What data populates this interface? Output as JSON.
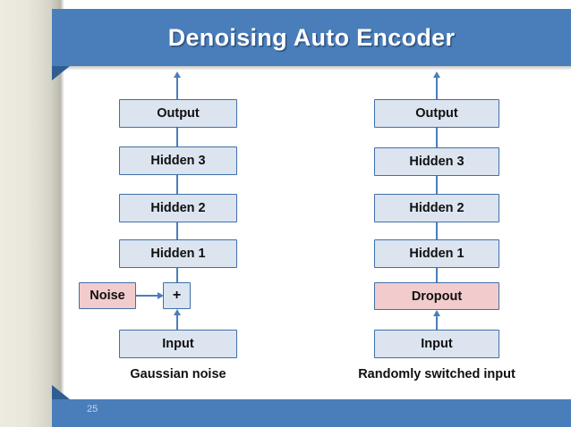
{
  "slide": {
    "title": "Denoising Auto Encoder",
    "number": "25",
    "banner_color": "#4a7ebb",
    "banner_fold_color": "#2f5d92",
    "node_fill": "#dce4f0",
    "node_highlight_fill": "#f2cccc",
    "node_border": "#3f6fa8",
    "connector_color": "#4a7ebb",
    "margin_color": "#e9e7dc"
  },
  "diagrams": [
    {
      "id": "gaussian-noise-autoencoder",
      "caption": "Gaussian noise",
      "nodes": [
        {
          "name": "output",
          "label": "Output",
          "style": "normal"
        },
        {
          "name": "hidden3",
          "label": "Hidden 3",
          "style": "normal"
        },
        {
          "name": "hidden2",
          "label": "Hidden 2",
          "style": "normal"
        },
        {
          "name": "hidden1",
          "label": "Hidden 1",
          "style": "normal"
        },
        {
          "name": "noise",
          "label": "Noise",
          "style": "highlight"
        },
        {
          "name": "adder",
          "label": "+",
          "style": "normal"
        },
        {
          "name": "input",
          "label": "Input",
          "style": "normal"
        }
      ]
    },
    {
      "id": "dropout-autoencoder",
      "caption": "Randomly switched input",
      "nodes": [
        {
          "name": "output",
          "label": "Output",
          "style": "normal"
        },
        {
          "name": "hidden3",
          "label": "Hidden 3",
          "style": "normal"
        },
        {
          "name": "hidden2",
          "label": "Hidden 2",
          "style": "normal"
        },
        {
          "name": "hidden1",
          "label": "Hidden 1",
          "style": "normal"
        },
        {
          "name": "dropout",
          "label": "Dropout",
          "style": "highlight"
        },
        {
          "name": "input",
          "label": "Input",
          "style": "normal"
        }
      ]
    }
  ]
}
